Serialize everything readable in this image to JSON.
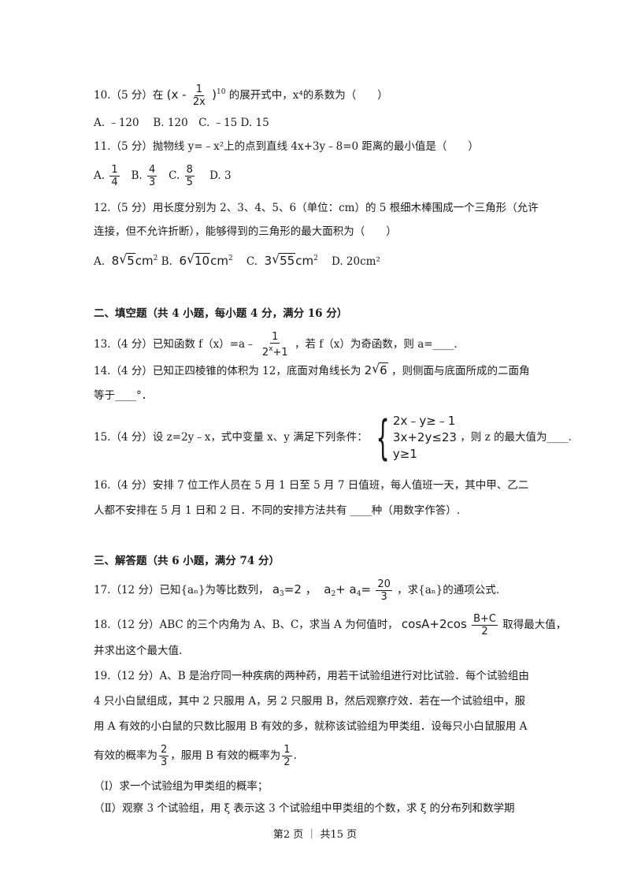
{
  "q10": {
    "prefix": "10.（5 分）在",
    "paren_open": "(x -",
    "frac_num": "1",
    "frac_den": "2x",
    "paren_close": ")",
    "exponent": "10",
    "suffix": "的展开式中，x⁴的系数为（　　）",
    "options": "A. ﹣120　 B. 120　C. ﹣15 D. 15"
  },
  "q11": {
    "text": "11.（5 分）抛物线 y=﹣x²上的点到直线 4x+3y﹣8=0 距离的最小值是（　　）",
    "opt_a_label": "A.",
    "opt_a_num": "1",
    "opt_a_den": "4",
    "opt_b_label": "B.",
    "opt_b_num": "4",
    "opt_b_den": "3",
    "opt_c_label": "C.",
    "opt_c_num": "8",
    "opt_c_den": "5",
    "opt_d": "D. 3"
  },
  "q12": {
    "line1": "12.（5 分）用长度分别为 2、3、4、5、6（单位：cm）的 5 根细木棒围成一个三角形（允许",
    "line2": "连接，但不允许折断），能够得到的三角形的最大面积为（　　）",
    "opt_a_label": "A.",
    "opt_a_coef": "8",
    "opt_a_rad": "5",
    "opt_a_unit": "cm",
    "opt_b_label": "B.",
    "opt_b_coef": "6",
    "opt_b_rad": "10",
    "opt_b_unit": "cm",
    "opt_c_label": "C.",
    "opt_c_coef": "3",
    "opt_c_rad": "55",
    "opt_c_unit": "cm",
    "unit_exp": "2",
    "opt_d": "D. 20cm²"
  },
  "section2": {
    "title": "二、填空题（共 4 小题，每小题 4 分，满分 16 分）"
  },
  "q13": {
    "prefix": "13.（4 分）已知函数 f（x）=a﹣",
    "frac_num": "1",
    "frac_den_base": "2",
    "frac_den_exp": "x",
    "frac_den_tail": "+1",
    "suffix": "，若 f（x）为奇函数，则 a=____."
  },
  "q14": {
    "prefix": "14.（4 分）已知正四棱锥的体积为 12，底面对角线长为",
    "coef": "2",
    "rad": "6",
    "suffix": "，则侧面与底面所成的二面角",
    "line2": "等于____°．"
  },
  "q15": {
    "prefix": "15.（4 分）设 z=2y﹣x，式中变量 x、y 满足下列条件：",
    "brace": "{",
    "c1": "2x﹣y≥﹣1",
    "c2": "3x+2y≤23",
    "c3": "y≥1",
    "suffix": "，则 z 的最大值为____."
  },
  "q16": {
    "line1": "16.（4 分）安排 7 位工作人员在 5 月 1 日至 5 月 7 日值班，每人值班一天，其中甲、乙二",
    "line2": "人都不安排在 5 月 1 日和 2 日．不同的安排方法共有 ____种（用数字作答）."
  },
  "section3": {
    "title": "三、解答题（共 6 小题，满分 74 分）"
  },
  "q17": {
    "prefix": "17.（12 分）已知{aₙ}为等比数列，",
    "a3": "a",
    "a3_sub": "3",
    "eq1": "=2 ，",
    "a2": "a",
    "a2_sub": "2",
    "plus": "+ a",
    "a4_sub": "4",
    "eq2": "=",
    "frac_num": "20",
    "frac_den": "3",
    "suffix": "，求{aₙ}的通项公式."
  },
  "q18": {
    "prefix": "18.（12 分）ABC 的三个内角为 A、B、C，求当 A 为何值时，",
    "expr": "cosA+2cos",
    "frac_num": "B+C",
    "frac_den": "2",
    "suffix": "取得最大值，",
    "line2": "并求出这个最大值."
  },
  "q19": {
    "line1": "19.（12 分）A、B 是治疗同一种疾病的两种药，用若干试验组进行对比试验．每个试验组由",
    "line2": "4 只小白鼠组成，其中 2 只服用 A，另 2 只服用 B，然后观察疗效．若在一个试验组中，服",
    "line3": "用 A 有效的小白鼠的只数比服用 B 有效的多，就称该试验组为甲类组．设每只小白鼠服用 A",
    "line4_prefix": "有效的概率为",
    "p_a_num": "2",
    "p_a_den": "3",
    "line4_mid": "，服用 B 有效的概率为",
    "p_b_num": "1",
    "p_b_den": "2",
    "line4_end": ".",
    "part1": "（Ⅰ）求一个试验组为甲类组的概率；",
    "part2": "（Ⅱ）观察 3 个试验组，用 ξ 表示这 3 个试验组中甲类组的个数，求 ξ 的分布列和数学期"
  },
  "footer": {
    "text": "第2 页 ｜ 共15 页"
  }
}
